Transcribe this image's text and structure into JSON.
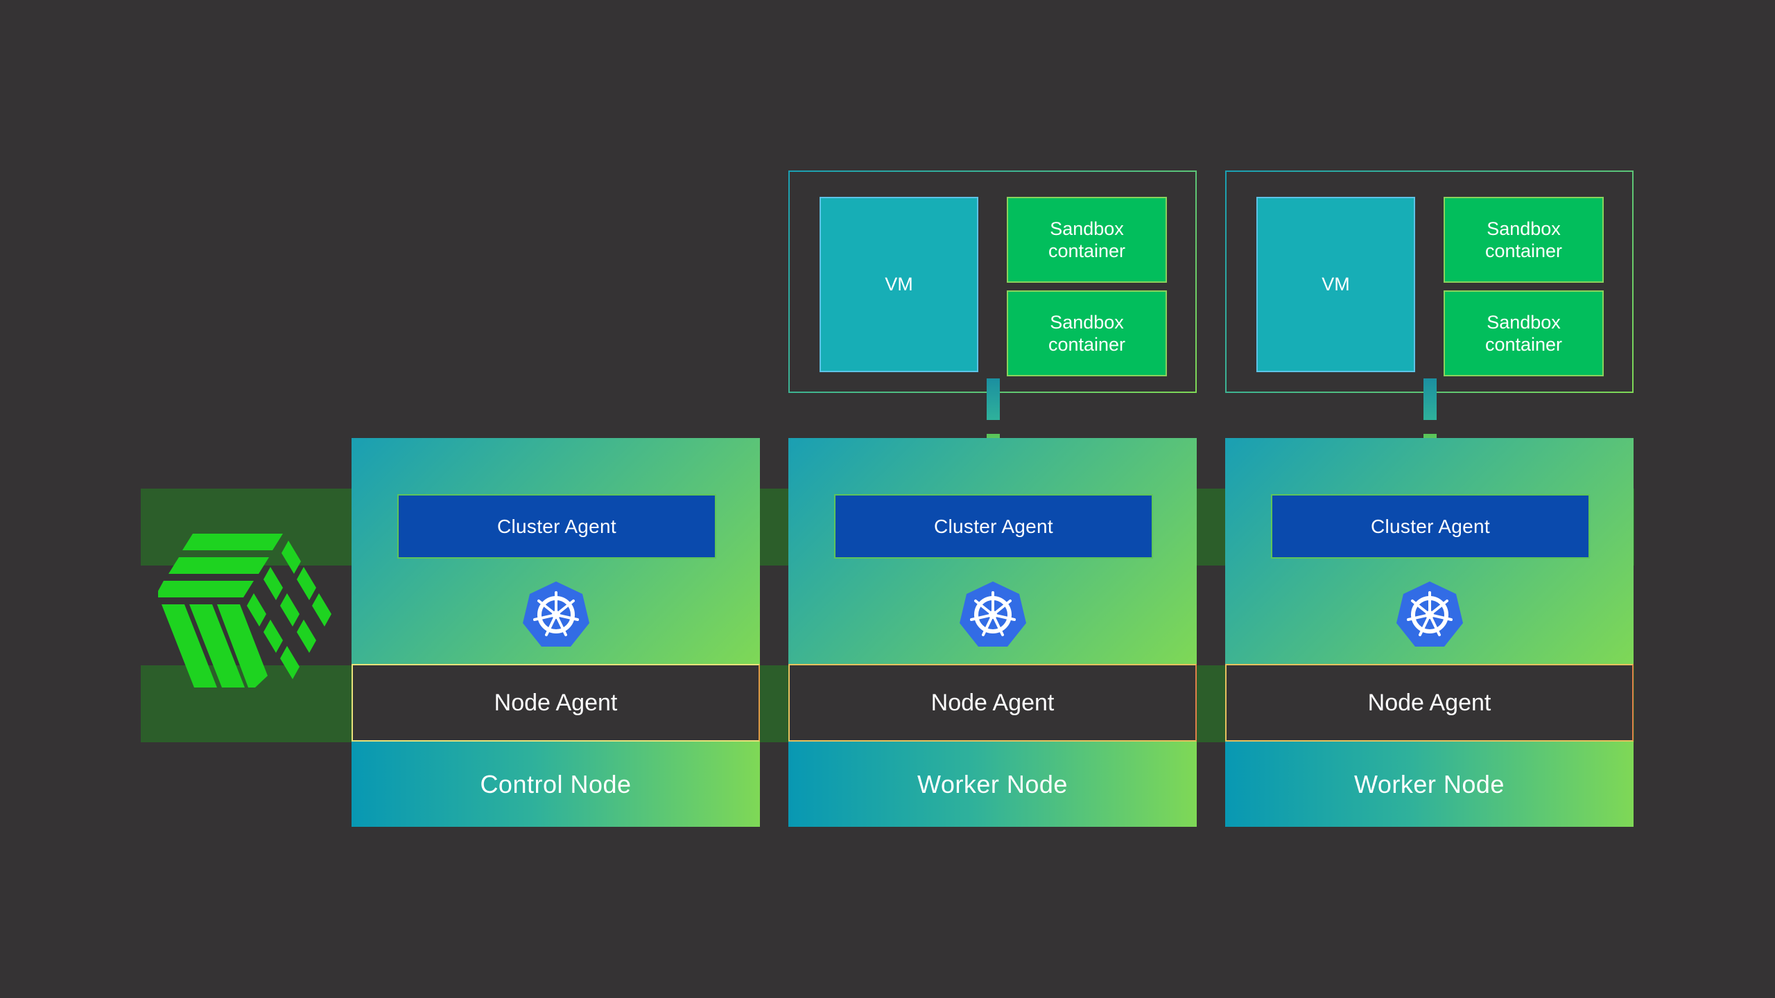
{
  "colors": {
    "background": "#353334",
    "band": "#2c5e2a",
    "cluster_agent": "#0a4aad",
    "vm": "#17aeb6",
    "sandbox": "#02be5c",
    "logo": "#1ed320",
    "k8s_blue": "#326ce5"
  },
  "logo": {
    "icon": "green-cube-logo-icon"
  },
  "nodes": [
    {
      "cluster_agent": "Cluster Agent",
      "k8s_icon": "kubernetes-helm-icon",
      "node_agent": "Node Agent",
      "label": "Control Node"
    },
    {
      "cluster_agent": "Cluster Agent",
      "k8s_icon": "kubernetes-helm-icon",
      "node_agent": "Node Agent",
      "label": "Worker Node"
    },
    {
      "cluster_agent": "Cluster Agent",
      "k8s_icon": "kubernetes-helm-icon",
      "node_agent": "Node Agent",
      "label": "Worker Node"
    }
  ],
  "workloads": [
    {
      "vm": "VM",
      "sandboxes": [
        "Sandbox\ncontainer",
        "Sandbox\ncontainer"
      ]
    },
    {
      "vm": "VM",
      "sandboxes": [
        "Sandbox\ncontainer",
        "Sandbox\ncontainer"
      ]
    }
  ]
}
